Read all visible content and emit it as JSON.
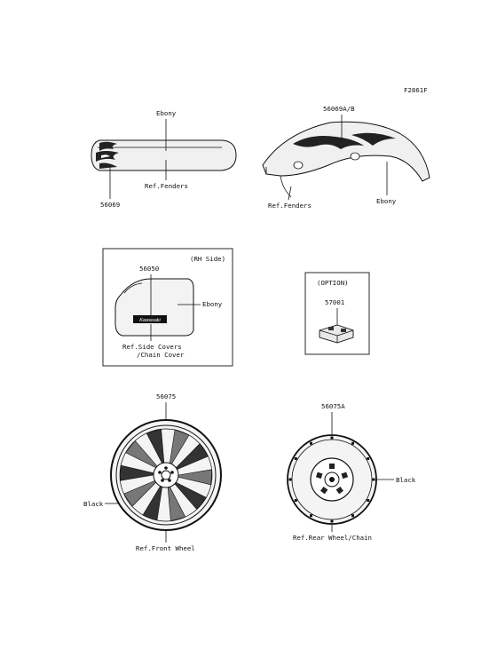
{
  "figure_id": "F2861F",
  "front_fender": {
    "part_no": "56069",
    "color": "Ebony",
    "ref": "Ref.Fenders"
  },
  "rear_fender": {
    "part_no": "56069A/B",
    "color": "Ebony",
    "ref": "Ref.Fenders"
  },
  "side_cover": {
    "side": "(RH Side)",
    "part_no": "56050",
    "color": "Ebony",
    "badge_text": "Kawasaki",
    "ref_line1": "Ref.Side Covers",
    "ref_line2": "/Chain Cover"
  },
  "option_part": {
    "header": "(OPTION)",
    "part_no": "57001"
  },
  "front_wheel": {
    "part_no": "56075",
    "color": "Black",
    "ref": "Ref.Front Wheel"
  },
  "rear_wheel": {
    "part_no": "56075A",
    "color": "Black",
    "ref": "Ref.Rear Wheel/Chain"
  }
}
